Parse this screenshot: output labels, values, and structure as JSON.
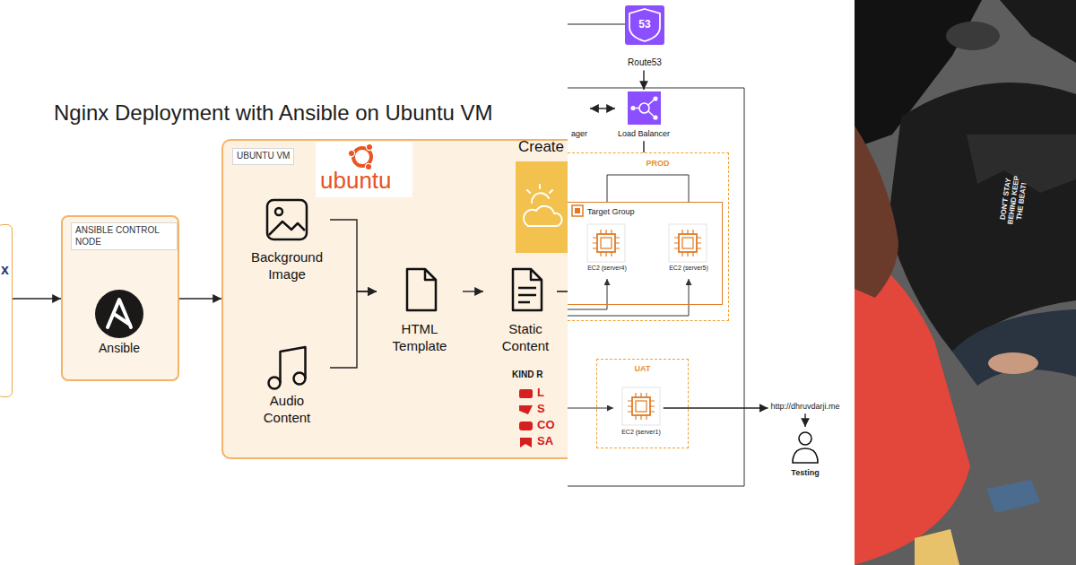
{
  "diagram": {
    "title": "Nginx Deployment with Ansible on Ubuntu VM",
    "nodes": [
      {
        "text": [
          "x"
        ]
      },
      {
        "text": [
          "ANSIBLE CONTROL NODE"
        ]
      },
      {
        "text": [
          "Ansible"
        ],
        "in": 1
      },
      {
        "text": [
          "UBUNTU VM"
        ]
      },
      {
        "text": [
          "Background Image"
        ],
        "in": 3
      },
      {
        "text": [
          "Audio Content"
        ],
        "in": 3
      },
      {
        "text": [
          "HTML Template"
        ],
        "in": 3
      },
      {
        "text": [
          "Static Content"
        ],
        "in": 3
      },
      {
        "text": [
          "Route53"
        ]
      },
      {
        "text": [
          "ager"
        ]
      },
      {
        "text": [
          "Load Balancer"
        ]
      },
      {
        "text": [
          "PROD"
        ]
      },
      {
        "text": [
          "Target Group"
        ],
        "in": 11
      },
      {
        "text": [
          "EC2 (server4)"
        ],
        "in": 12
      },
      {
        "text": [
          "EC2 (server5)"
        ],
        "in": 12
      },
      {
        "text": [
          "UAT"
        ]
      },
      {
        "text": [
          "EC2 (server1)"
        ],
        "in": 15
      },
      {
        "text": [
          "http://dhruvdarji.me"
        ]
      },
      {
        "text": [
          "Testing"
        ]
      }
    ],
    "edges": [
      {
        "from": 0,
        "to": 1,
        "arrow": "to"
      },
      {
        "from": 1,
        "to": 3,
        "arrow": "to"
      },
      {
        "from": 4,
        "to": 6,
        "arrow": "to"
      },
      {
        "from": 5,
        "to": 6,
        "arrow": "to"
      },
      {
        "from": 6,
        "to": 7,
        "arrow": "to"
      },
      {
        "from": 9,
        "to": 10,
        "arrow": "both"
      },
      {
        "from": 8,
        "to": 10,
        "arrow": "to"
      },
      {
        "from": 10,
        "to": 11,
        "arrow": "none"
      },
      {
        "from": 16,
        "to": 17,
        "arrow": "to"
      },
      {
        "from": 17,
        "to": 18,
        "arrow": "to"
      }
    ],
    "labels": [
      "ubuntu",
      "Create",
      "KIND R",
      "L",
      "S",
      "CO",
      "SA",
      "53",
      "DON'T STAY BEHIND KEEP THE BEAT!"
    ]
  }
}
